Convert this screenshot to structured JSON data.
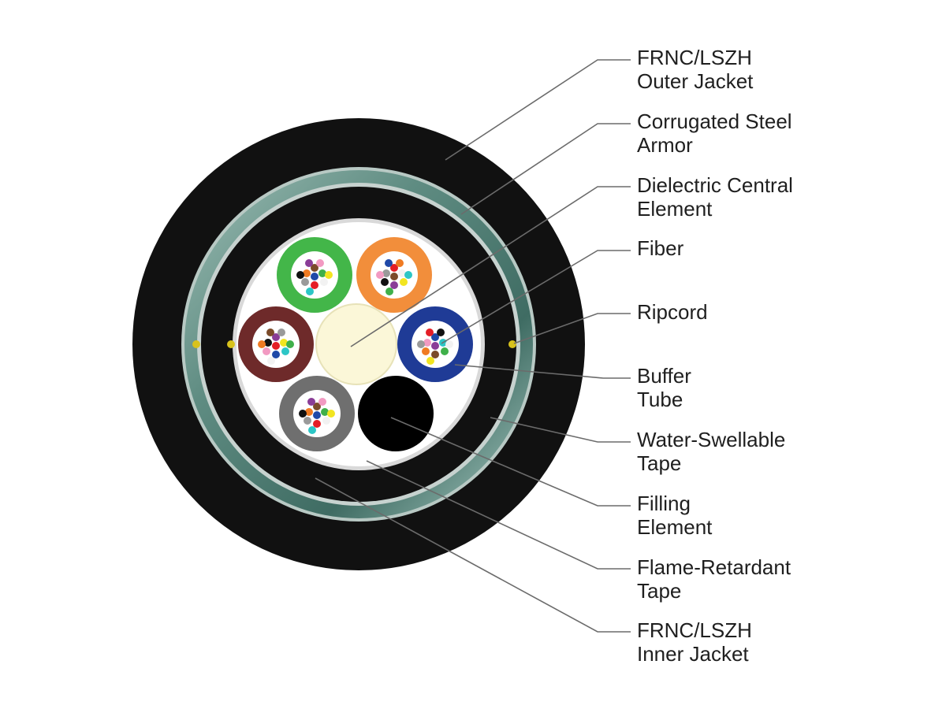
{
  "labels": [
    {
      "id": "outer-jacket",
      "line1": "FRNC/LSZH",
      "line2": "Outer Jacket"
    },
    {
      "id": "steel-armor",
      "line1": "Corrugated Steel",
      "line2": "Armor"
    },
    {
      "id": "central-element",
      "line1": "Dielectric Central",
      "line2": "Element"
    },
    {
      "id": "fiber",
      "line1": "Fiber",
      "line2": ""
    },
    {
      "id": "ripcord",
      "line1": "Ripcord",
      "line2": ""
    },
    {
      "id": "buffer-tube",
      "line1": "Buffer",
      "line2": "Tube"
    },
    {
      "id": "water-swellable-tape",
      "line1": "Water-Swellable",
      "line2": "Tape"
    },
    {
      "id": "filling-element",
      "line1": "Filling",
      "line2": "Element"
    },
    {
      "id": "flame-retardant-tape",
      "line1": "Flame-Retardant",
      "line2": "Tape"
    },
    {
      "id": "inner-jacket",
      "line1": "FRNC/LSZH",
      "line2": "Inner Jacket"
    }
  ],
  "colors": {
    "jacket": "#111111",
    "armor": "#5d8a80",
    "core": "#ffffff",
    "central_element": "#fbf7d8",
    "leader_line": "#6b6b6b",
    "tubes": [
      "#43b649",
      "#f28e3b",
      "#6e2a2a",
      "#1f3b96",
      "#6f6f6f"
    ],
    "fiber_colors": [
      "#1f49a8",
      "#f07b22",
      "#3fb04a",
      "#7b4b2a",
      "#9a9a9a",
      "#f2f2f2",
      "#e41e26",
      "#111111",
      "#f2e521",
      "#8a3d97",
      "#f29ac2",
      "#2cc6c6"
    ]
  }
}
